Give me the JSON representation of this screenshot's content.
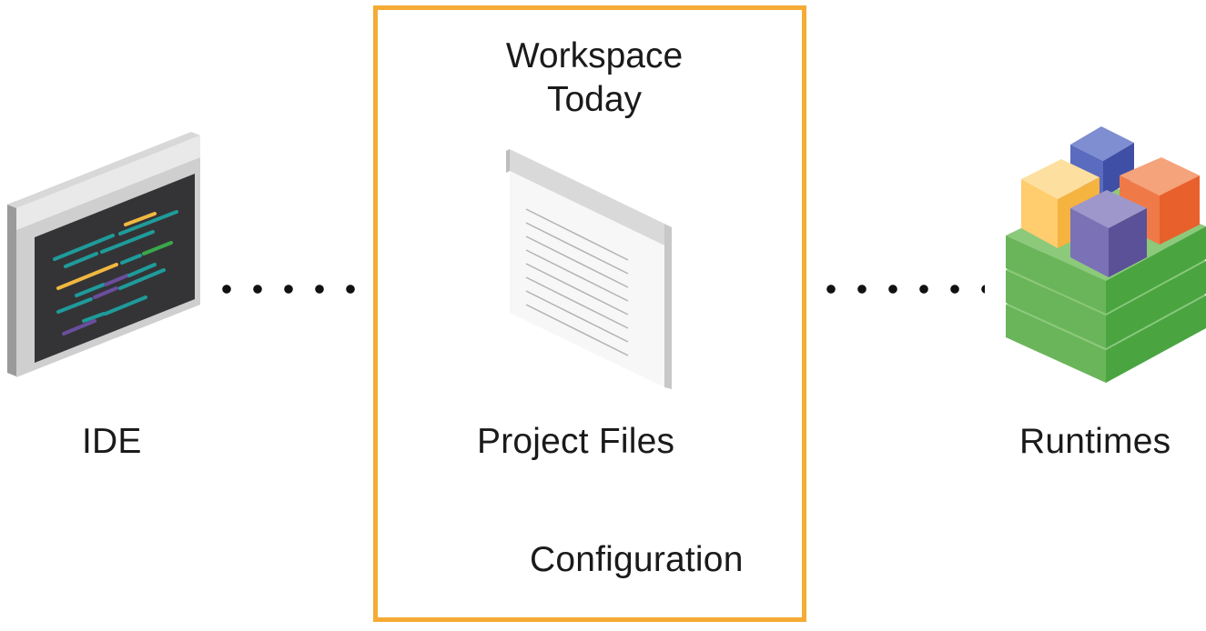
{
  "workspace": {
    "title_line1": "Workspace",
    "title_line2": "Today",
    "box_color": "#f5ab35",
    "files_label": "Project Files",
    "config_label": "Configuration"
  },
  "ide": {
    "label": "IDE",
    "icon": "code-editor-icon"
  },
  "runtimes": {
    "label": "Runtimes",
    "icon": "stacked-cubes-icon"
  },
  "document": {
    "icon": "document-icon"
  },
  "connectors": {
    "style": "dotted",
    "color": "#111111"
  }
}
